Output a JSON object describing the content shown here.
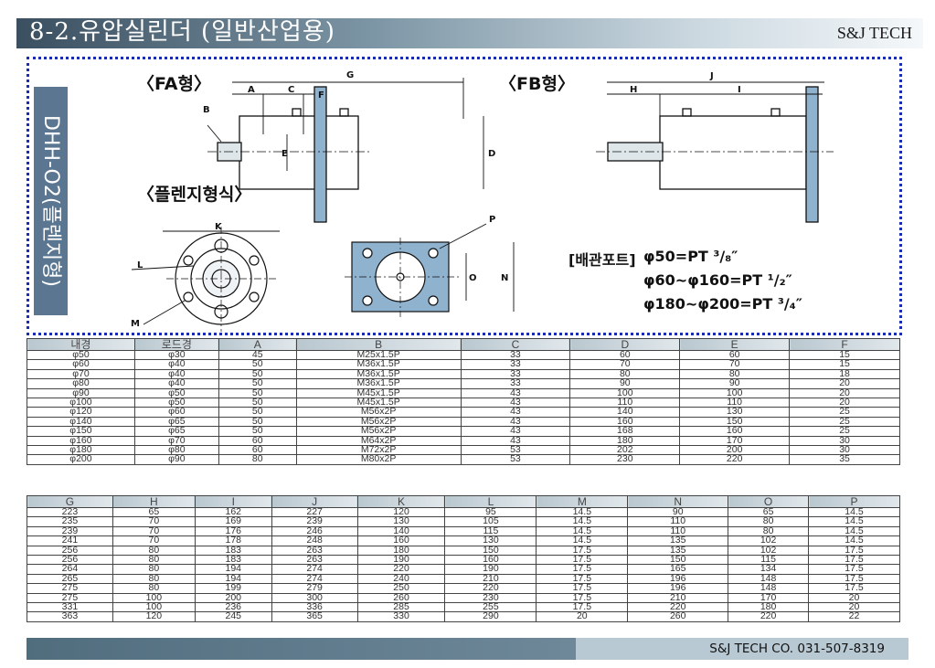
{
  "header": {
    "title": "8-2.유압실린더 (일반산업용)",
    "company": "S&J TECH"
  },
  "drawing": {
    "side_label": "DHH-O2(플렌지형)",
    "fa_type": "〈FA형〉",
    "fb_type": "〈FB형〉",
    "flange_type": "〈플렌지형식〉",
    "dim": {
      "A": "A",
      "B": "B",
      "C": "C",
      "D": "D",
      "E": "E",
      "F": "F",
      "G": "G",
      "H": "H",
      "I": "I",
      "J": "J",
      "K": "K",
      "L": "L",
      "M": "M",
      "N": "N",
      "O": "O",
      "P": "P"
    },
    "port_label": "[배관포트]",
    "port_lines": [
      "φ50=PT ³/₈″",
      "φ60~φ160=PT ¹/₂″",
      "φ180~φ200=PT ³/₄″"
    ]
  },
  "table1": {
    "headers": [
      "내경",
      "로드경",
      "A",
      "B",
      "C",
      "D",
      "E",
      "F"
    ],
    "rows": [
      [
        "φ50",
        "φ30",
        "45",
        "M25x1.5P",
        "33",
        "60",
        "60",
        "15"
      ],
      [
        "φ60",
        "φ40",
        "50",
        "M36x1.5P",
        "33",
        "70",
        "70",
        "15"
      ],
      [
        "φ70",
        "φ40",
        "50",
        "M36x1.5P",
        "33",
        "80",
        "80",
        "18"
      ],
      [
        "φ80",
        "φ40",
        "50",
        "M36x1.5P",
        "33",
        "90",
        "90",
        "20"
      ],
      [
        "φ90",
        "φ50",
        "50",
        "M45x1.5P",
        "43",
        "100",
        "100",
        "20"
      ],
      [
        "φ100",
        "φ50",
        "50",
        "M45x1.5P",
        "43",
        "110",
        "110",
        "20"
      ],
      [
        "φ120",
        "φ60",
        "50",
        "M56x2P",
        "43",
        "140",
        "130",
        "25"
      ],
      [
        "φ140",
        "φ65",
        "50",
        "M56x2P",
        "43",
        "160",
        "150",
        "25"
      ],
      [
        "φ150",
        "φ65",
        "50",
        "M56x2P",
        "43",
        "168",
        "160",
        "25"
      ],
      [
        "φ160",
        "φ70",
        "60",
        "M64x2P",
        "43",
        "180",
        "170",
        "30"
      ],
      [
        "φ180",
        "φ80",
        "60",
        "M72x2P",
        "53",
        "202",
        "200",
        "30"
      ],
      [
        "φ200",
        "φ90",
        "80",
        "M80x2P",
        "53",
        "230",
        "220",
        "35"
      ]
    ]
  },
  "table2": {
    "headers": [
      "G",
      "H",
      "I",
      "J",
      "K",
      "L",
      "M",
      "N",
      "O",
      "P"
    ],
    "rows": [
      [
        "223",
        "65",
        "162",
        "227",
        "120",
        "95",
        "14.5",
        "90",
        "65",
        "14.5"
      ],
      [
        "235",
        "70",
        "169",
        "239",
        "130",
        "105",
        "14.5",
        "110",
        "80",
        "14.5"
      ],
      [
        "239",
        "70",
        "176",
        "246",
        "140",
        "115",
        "14.5",
        "110",
        "80",
        "14.5"
      ],
      [
        "241",
        "70",
        "178",
        "248",
        "160",
        "130",
        "14.5",
        "135",
        "102",
        "14.5"
      ],
      [
        "256",
        "80",
        "183",
        "263",
        "180",
        "150",
        "17.5",
        "135",
        "102",
        "17.5"
      ],
      [
        "256",
        "80",
        "183",
        "263",
        "190",
        "160",
        "17.5",
        "150",
        "115",
        "17.5"
      ],
      [
        "264",
        "80",
        "194",
        "274",
        "220",
        "190",
        "17.5",
        "165",
        "134",
        "17.5"
      ],
      [
        "265",
        "80",
        "194",
        "274",
        "240",
        "210",
        "17.5",
        "196",
        "148",
        "17.5"
      ],
      [
        "275",
        "80",
        "199",
        "279",
        "250",
        "220",
        "17.5",
        "196",
        "148",
        "17.5"
      ],
      [
        "275",
        "100",
        "200",
        "300",
        "260",
        "230",
        "17.5",
        "210",
        "170",
        "20"
      ],
      [
        "331",
        "100",
        "236",
        "336",
        "285",
        "255",
        "17.5",
        "220",
        "180",
        "20"
      ],
      [
        "363",
        "120",
        "245",
        "365",
        "330",
        "290",
        "20",
        "260",
        "220",
        "22"
      ]
    ]
  },
  "footer": {
    "text": "S&J TECH  CO. 031-507-8319"
  }
}
